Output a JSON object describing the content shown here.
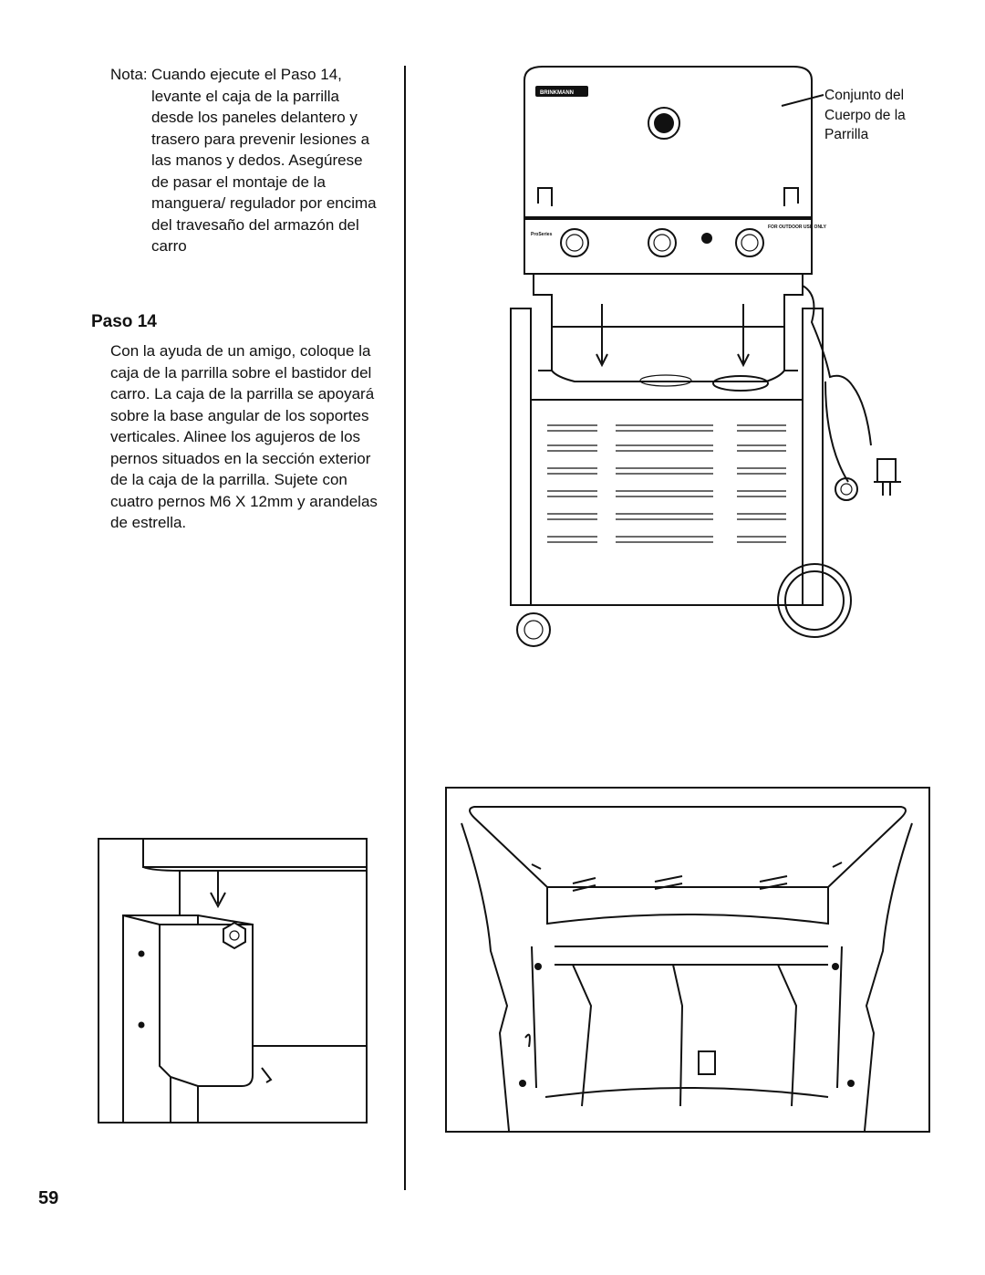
{
  "note": {
    "label": "Nota:",
    "text": "Cuando ejecute el Paso 14, levante el caja de la parrilla desde los paneles delantero y trasero para prevenir lesiones a las manos y dedos. Asegúrese de pasar el montaje de la manguera/ regulador por encima del travesaño del armazón del carro"
  },
  "step": {
    "heading": "Paso 14",
    "body": "Con la ayuda de un amigo, coloque la caja de la parrilla sobre el bastidor del carro. La caja de la parrilla se apoyará sobre la base angular de los soportes verticales. Alinee los agujeros de los pernos situados en la sección exterior de la caja de la parrilla. Sujete con cuatro pernos M6 X 12mm y arandelas de estrella."
  },
  "figures": {
    "grill_label": "Conjunto del Cuerpo de la Parrilla",
    "brand": "BRINKMANN",
    "panel_left": "ProSeries",
    "panel_right": "FOR OUTDOOR USE ONLY"
  },
  "page_number": "59"
}
